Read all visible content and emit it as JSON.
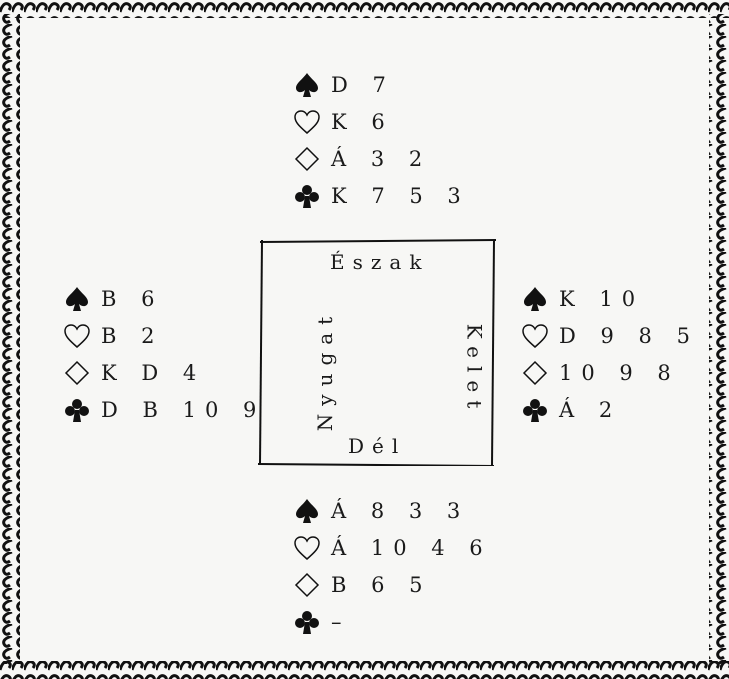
{
  "compass": {
    "north": "Észak",
    "south": "Dél",
    "west": "Nyugat",
    "east": "Kelet"
  },
  "hands": {
    "north": {
      "spades": "D 7",
      "hearts": "K 6",
      "diamonds": "Á 3 2",
      "clubs": "K 7 5 3"
    },
    "west": {
      "spades": "B 6",
      "hearts": "B 2",
      "diamonds": "K D 4",
      "clubs": "D B 10 9"
    },
    "east": {
      "spades": "K 10",
      "hearts": "D 9 8 5",
      "diamonds": "10 9 8",
      "clubs": "Á 2"
    },
    "south": {
      "spades": "Á 8 3 3",
      "hearts": "Á 10 4 6",
      "diamonds": "B 6 5",
      "clubs": "–"
    }
  },
  "icons": {
    "spades": "spade-icon",
    "hearts": "heart-icon",
    "diamonds": "diamond-icon",
    "clubs": "club-icon"
  }
}
